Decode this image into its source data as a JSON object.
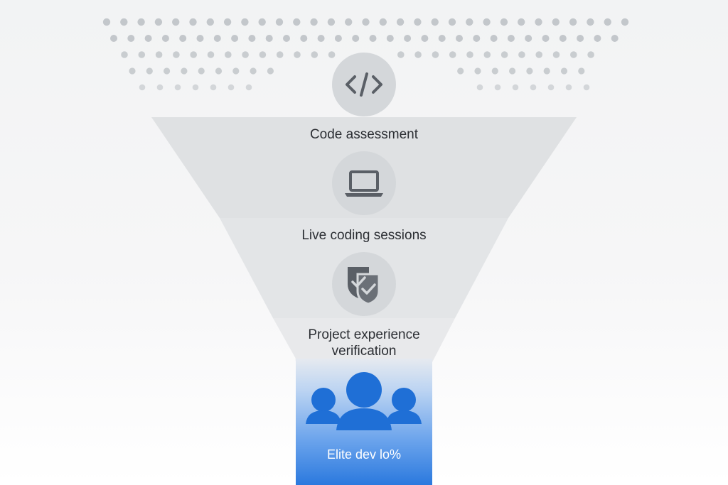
{
  "diagram": {
    "stages": [
      {
        "label": "Code assessment",
        "icon": "code-brackets-icon"
      },
      {
        "label": "Live coding sessions",
        "icon": "laptop-icon"
      },
      {
        "label": "Project experience verification",
        "icon": "verified-badge-icon"
      }
    ],
    "result": {
      "label": "Elite dev lo%",
      "icon": "people-group-icon"
    }
  },
  "colors": {
    "funnel_top": "#dfe1e3",
    "funnel_mid": "#e3e5e7",
    "funnel_low": "#e8e9eb",
    "circle": "#d4d7da",
    "icon": "#5a5f66",
    "dots": "#c6cacd",
    "spout_blue_top": "#d6e4f5",
    "spout_blue_bottom": "#2f7fe0",
    "people": "#1f6fd6"
  }
}
